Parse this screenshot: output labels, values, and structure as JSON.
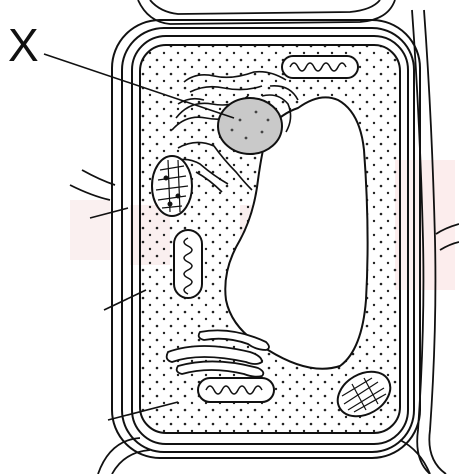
{
  "diagram": {
    "kind": "plant-cell",
    "labels": [
      {
        "id": "x",
        "text": "X"
      }
    ],
    "unlabeled_pointer_lines": 3,
    "colors": {
      "ink": "#111111",
      "nucleus_fill": "#c9c9c9",
      "watermark": "#f2d4d4"
    }
  }
}
